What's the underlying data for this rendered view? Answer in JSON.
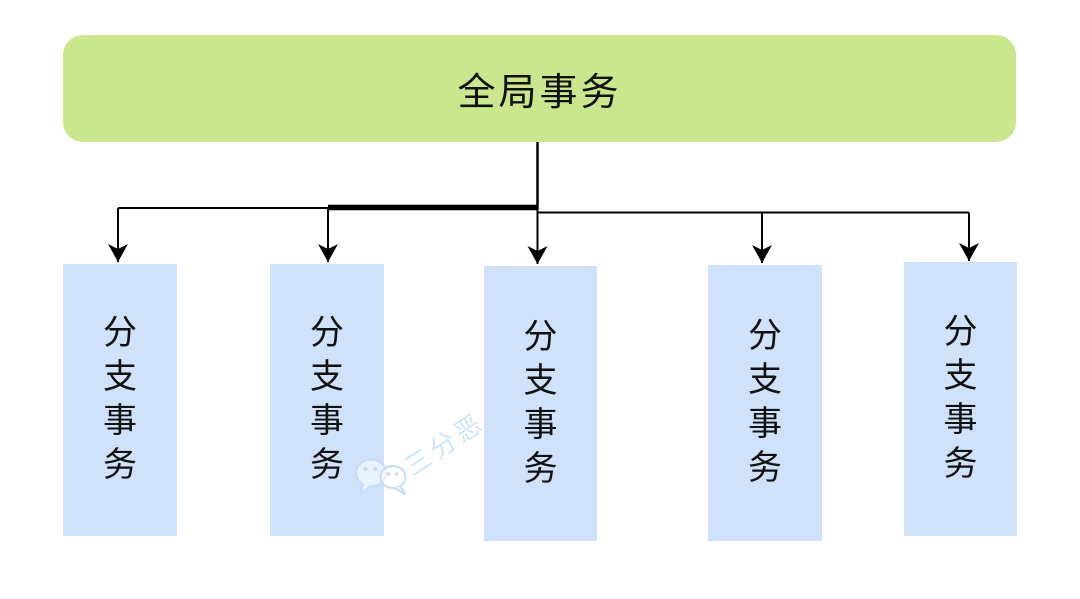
{
  "diagram": {
    "type": "tree",
    "root": {
      "label": "全局事务"
    },
    "branches": [
      {
        "label": "分支事务"
      },
      {
        "label": "分支事务"
      },
      {
        "label": "分支事务"
      },
      {
        "label": "分支事务"
      },
      {
        "label": "分支事务"
      }
    ],
    "edges": [
      {
        "from": "全局事务",
        "to": "分支事务",
        "arrow": "down"
      },
      {
        "from": "全局事务",
        "to": "分支事务",
        "arrow": "down"
      },
      {
        "from": "全局事务",
        "to": "分支事务",
        "arrow": "down"
      },
      {
        "from": "全局事务",
        "to": "分支事务",
        "arrow": "down"
      },
      {
        "from": "全局事务",
        "to": "分支事务",
        "arrow": "down"
      }
    ],
    "colors": {
      "root_fill": "#cbe78e",
      "branch_fill": "#cfe2fa",
      "connector": "#000000",
      "text": "#111111",
      "watermark": "#d0e4fb"
    }
  },
  "watermark": {
    "text": "三分恶",
    "icon": "wechat-chat-bubbles-icon"
  }
}
